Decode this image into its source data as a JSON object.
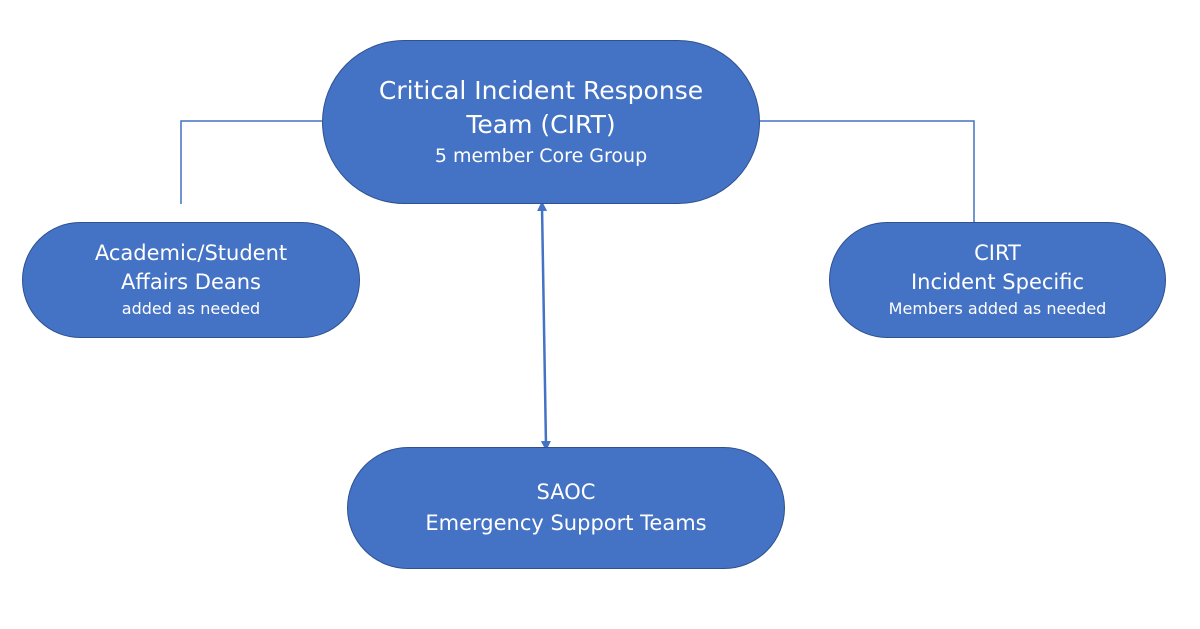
{
  "diagram": {
    "nodes": {
      "cirt": {
        "line1": "Critical Incident Response",
        "line2": "Team (CIRT)",
        "sub": "5 member Core Group"
      },
      "deans": {
        "line1": "Academic/Student",
        "line2": "Affairs Deans",
        "sub": "added as needed"
      },
      "specific": {
        "line1": "CIRT",
        "line2": "Incident Specific",
        "sub": "Members added as needed"
      },
      "saoc": {
        "line1": "SAOC",
        "line2": "Emergency Support Teams"
      }
    },
    "colors": {
      "node_fill": "#4472C4",
      "node_border": "#2F528F",
      "connector": "#4472C4",
      "text": "#FFFFFF"
    }
  }
}
